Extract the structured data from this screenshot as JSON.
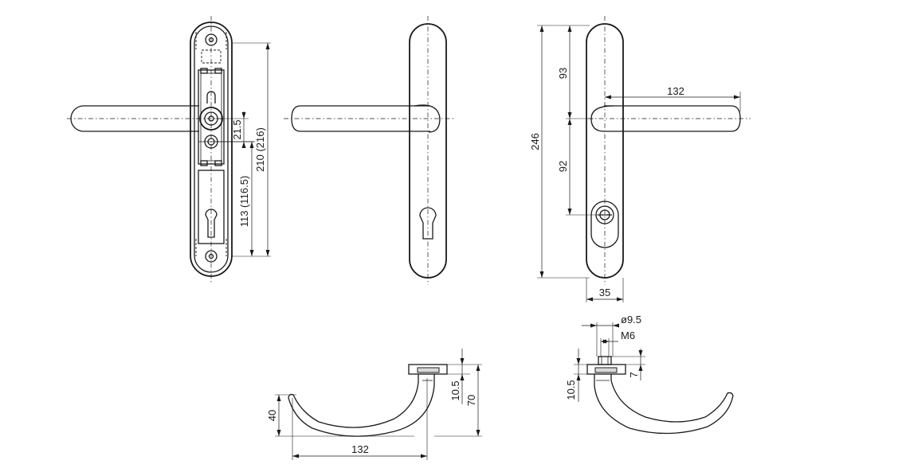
{
  "dimensions": {
    "front_21_5": "21.5",
    "front_210_216": "210 (216)",
    "front_113_116_5": "113 (116.5)",
    "back_246": "246",
    "back_93": "93",
    "back_92": "92",
    "back_132": "132",
    "back_35": "35",
    "side_40": "40",
    "side_10_5": "10.5",
    "side_70": "70",
    "side_132": "132",
    "detail_dia_9_5": "ø9.5",
    "detail_m6": "M6",
    "detail_10_5": "10.5",
    "detail_7": "7"
  }
}
